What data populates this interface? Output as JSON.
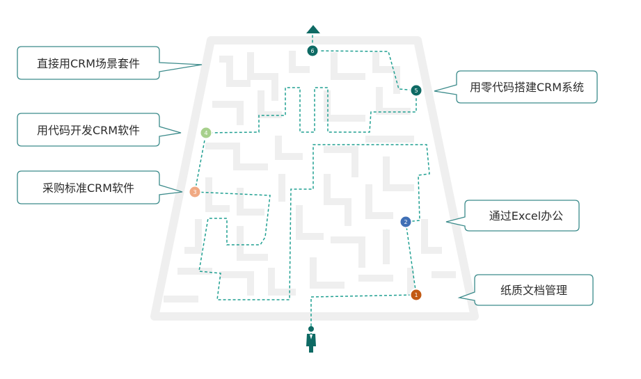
{
  "colors": {
    "teal": "#1f9f91",
    "bubble_stroke": "#3a8a8a",
    "maze_wall": "#efefef",
    "node_1": "#c25a14",
    "node_2": "#3f6fb5",
    "node_3": "#f0a983",
    "node_4": "#a7d08c",
    "node_5": "#0e6a64",
    "node_6": "#0e6a64",
    "exit_arrow": "#0e6a64",
    "person": "#0e6a64"
  },
  "icons": {
    "exit_marker": "triangle-arrow-icon",
    "walker": "person-icon"
  },
  "steps": [
    {
      "num": "1",
      "label": "纸质文档管理"
    },
    {
      "num": "2",
      "label": "通过Excel办公"
    },
    {
      "num": "3",
      "label": "采购标准CRM软件"
    },
    {
      "num": "4",
      "label": "用代码开发CRM软件"
    },
    {
      "num": "5",
      "label": "用零代码搭建CRM系统"
    },
    {
      "num": "6",
      "label": "直接用CRM场景套件"
    }
  ]
}
